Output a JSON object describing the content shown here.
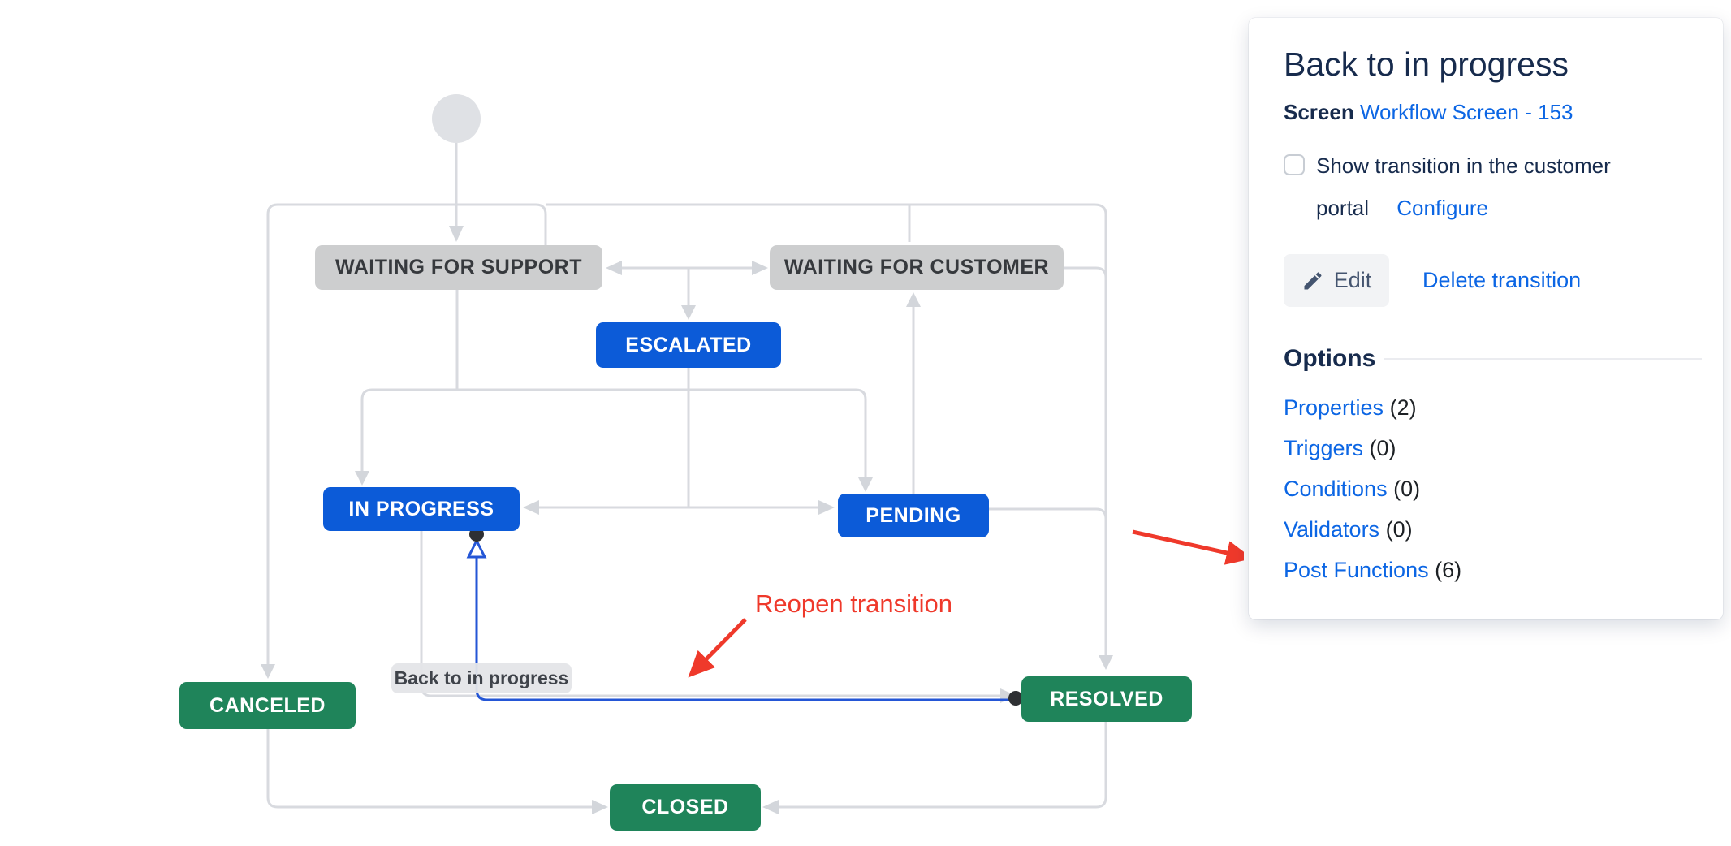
{
  "diagram": {
    "statuses": [
      {
        "id": "waiting-for-support",
        "label": "WAITING FOR SUPPORT",
        "bg": "#CDCECF",
        "fg": "#36393D"
      },
      {
        "id": "waiting-for-customer",
        "label": "WAITING FOR CUSTOMER",
        "bg": "#CDCECF",
        "fg": "#36393D"
      },
      {
        "id": "escalated",
        "label": "ESCALATED",
        "bg": "#0C5BD8",
        "fg": "#FFFFFF"
      },
      {
        "id": "in-progress",
        "label": "IN PROGRESS",
        "bg": "#0C5BD8",
        "fg": "#FFFFFF"
      },
      {
        "id": "pending",
        "label": "PENDING",
        "bg": "#0C5BD8",
        "fg": "#FFFFFF"
      },
      {
        "id": "canceled",
        "label": "CANCELED",
        "bg": "#1F845A",
        "fg": "#FFFFFF"
      },
      {
        "id": "resolved",
        "label": "RESOLVED",
        "bg": "#1F845A",
        "fg": "#FFFFFF"
      },
      {
        "id": "closed",
        "label": "CLOSED",
        "bg": "#1F845A",
        "fg": "#FFFFFF"
      }
    ],
    "selected_transition_label": "Back to in progress",
    "annotation_text": "Reopen transition",
    "colors": {
      "connector": "#D8DADF",
      "selected_transition": "#2456D6",
      "annotation_red": "#EF392B",
      "endpoint_dot": "#2E3033"
    }
  },
  "panel": {
    "title": "Back to in progress",
    "screen_label": "Screen",
    "screen_link": "Workflow Screen - 153",
    "checkbox_line1": "Show transition in the customer",
    "checkbox_line2": "portal",
    "configure_link": "Configure",
    "edit_button": "Edit",
    "delete_link": "Delete transition",
    "options_heading": "Options",
    "options": [
      {
        "label": "Properties",
        "count": "(2)"
      },
      {
        "label": "Triggers",
        "count": "(0)"
      },
      {
        "label": "Conditions",
        "count": "(0)"
      },
      {
        "label": "Validators",
        "count": "(0)"
      },
      {
        "label": "Post Functions",
        "count": "(6)"
      }
    ]
  }
}
